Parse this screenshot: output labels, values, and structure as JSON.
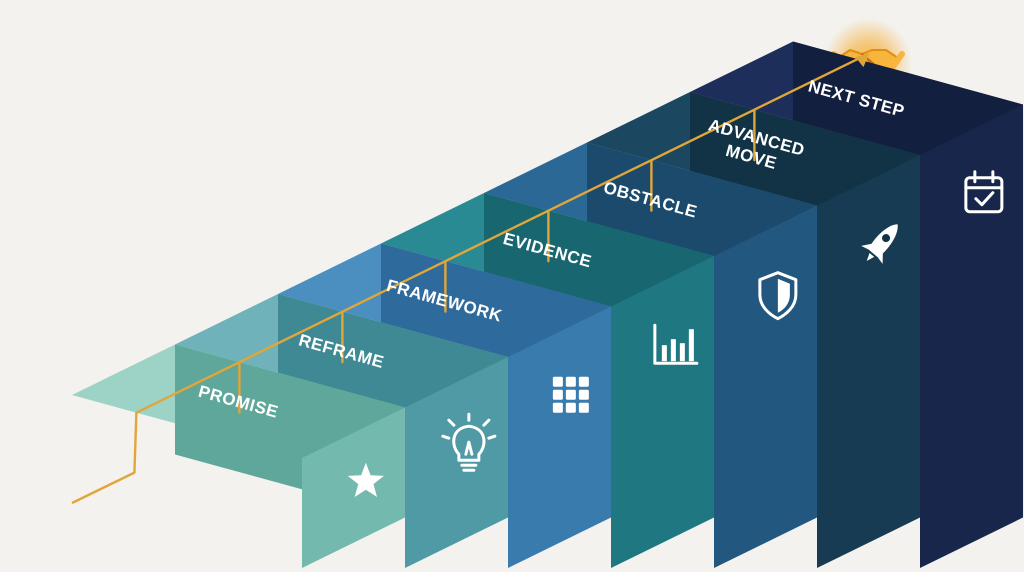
{
  "steps": [
    {
      "label": "PROMISE",
      "icon": "star-icon",
      "top": "#9dd3c6",
      "front": "#73b9ad",
      "side": "#5ea79a"
    },
    {
      "label": "REFRAME",
      "icon": "lightbulb-icon",
      "top": "#6fb2ba",
      "front": "#4f9aa5",
      "side": "#3f8994"
    },
    {
      "label": "FRAMEWORK",
      "icon": "grid-icon",
      "top": "#4b8fc0",
      "front": "#3a7bae",
      "side": "#2e6a9c"
    },
    {
      "label": "EVIDENCE",
      "icon": "bar-chart-icon",
      "top": "#2a8a93",
      "front": "#1e7781",
      "side": "#186670"
    },
    {
      "label": "OBSTACLE",
      "icon": "shield-icon",
      "top": "#2b6896",
      "front": "#22577f",
      "side": "#1c4a6d"
    },
    {
      "label": "ADVANCED",
      "label2": "MOVE",
      "icon": "rocket-icon",
      "top": "#1b4761",
      "front": "#163b52",
      "side": "#123245"
    },
    {
      "label": "NEXT STEP",
      "icon": "calendar-check-icon",
      "top": "#1d2e5a",
      "front": "#18264c",
      "side": "#131f3f"
    }
  ],
  "goal_icon": "handshake-icon",
  "colors": {
    "path": "#e0a63a",
    "background": "#f3f2ef",
    "glow": "#f5a623",
    "podium_top": "#2d4470",
    "podium_side": "#1b2a4e"
  }
}
